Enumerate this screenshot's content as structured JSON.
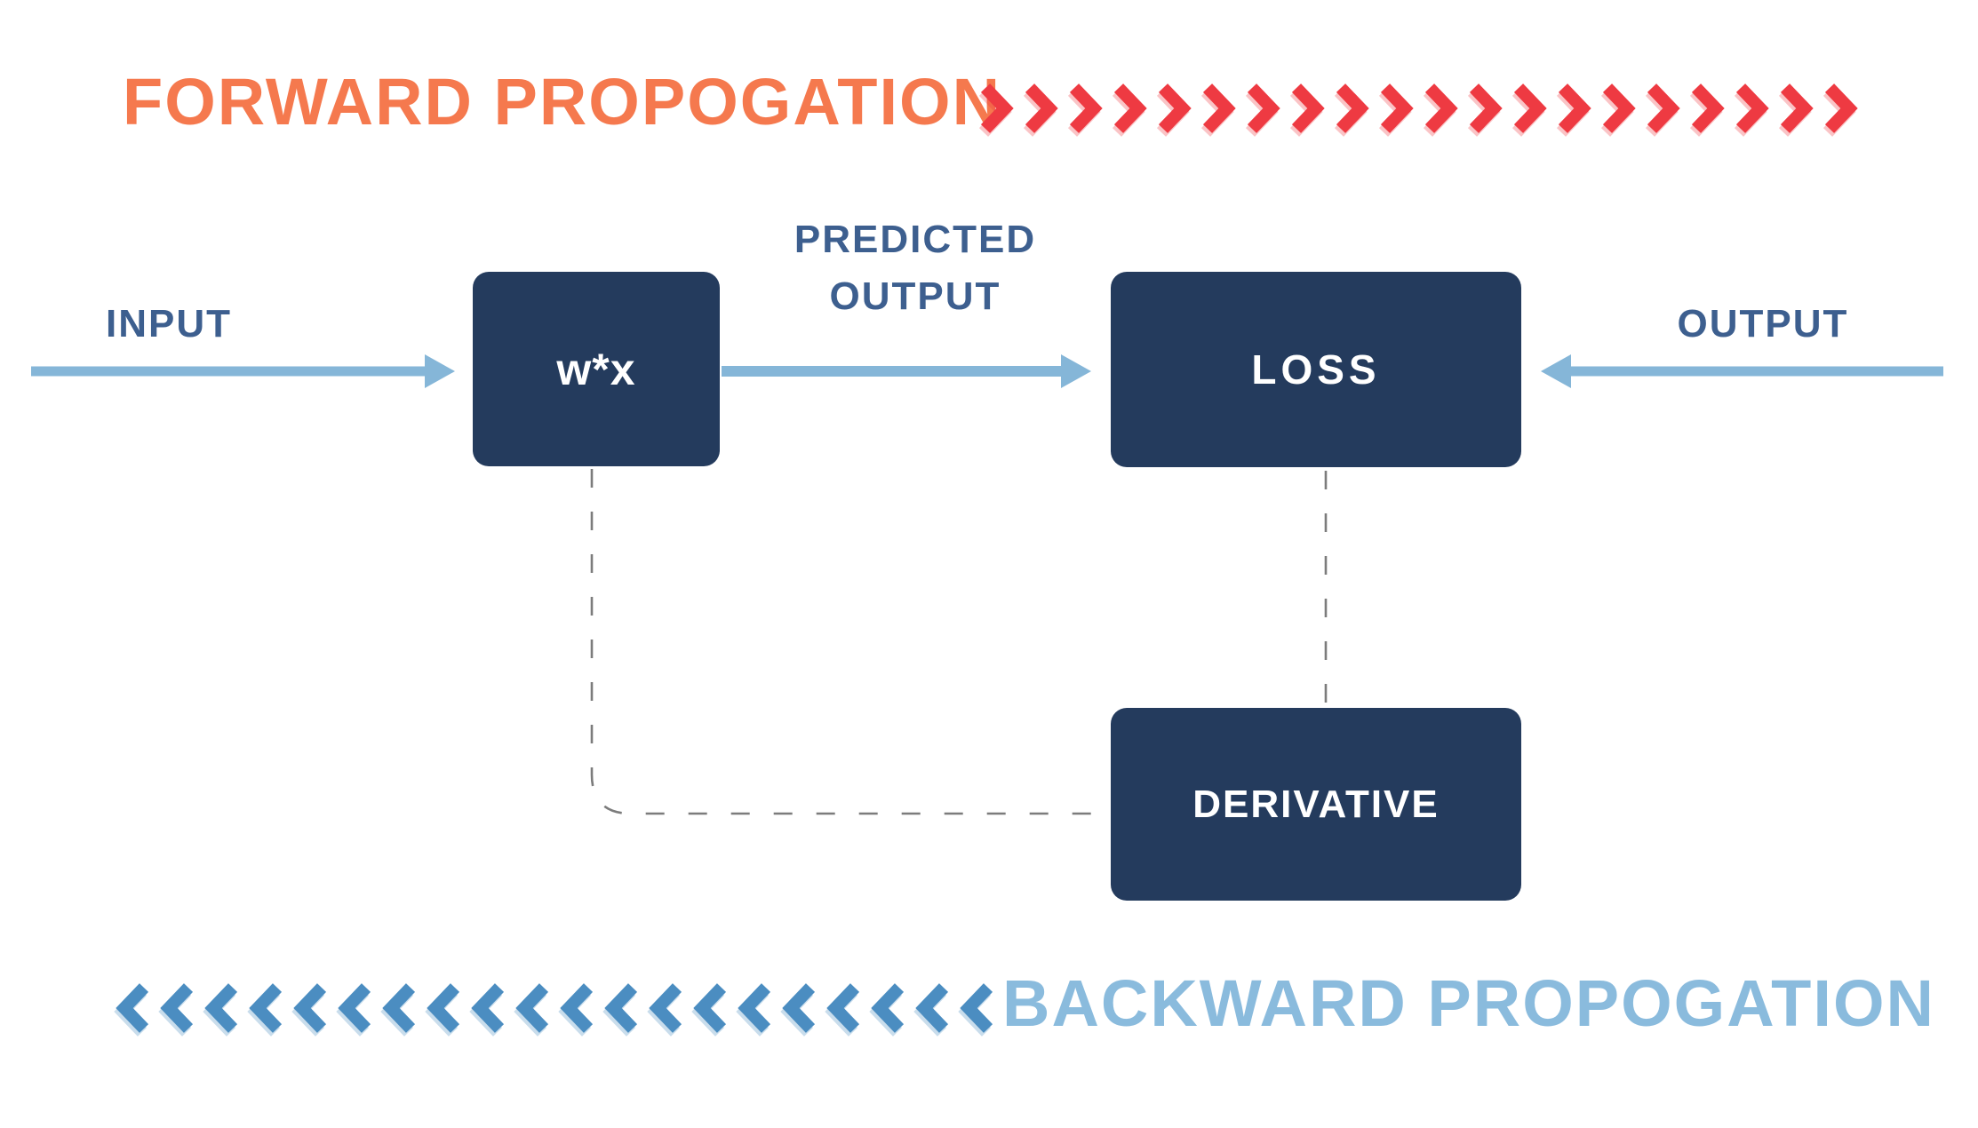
{
  "canvas": {
    "background": "#ffffff"
  },
  "header": {
    "title": "FORWARD PROPOGATION",
    "title_color": "#F5794E",
    "chevron_color": "#EE3A42",
    "chevron_count": 20,
    "direction": "right"
  },
  "footer": {
    "title": "BACKWARD PROPOGATION",
    "title_color": "#8ABBDD",
    "chevron_color": "#4B8DC1",
    "chevron_count": 20,
    "direction": "left"
  },
  "labels": {
    "input": "INPUT",
    "predicted_output": "PREDICTED\nOUTPUT",
    "output": "OUTPUT",
    "color": "#3D5F8F"
  },
  "nodes": {
    "fill": "#243B5D",
    "text_color": "#ffffff",
    "weights": {
      "label": "w*x"
    },
    "loss": {
      "label": "LOSS"
    },
    "derivative": {
      "label": "DERIVATIVE"
    }
  },
  "arrows": {
    "color": "#85B6D8"
  },
  "dashed_lines": {
    "color": "#7C7C7C"
  }
}
